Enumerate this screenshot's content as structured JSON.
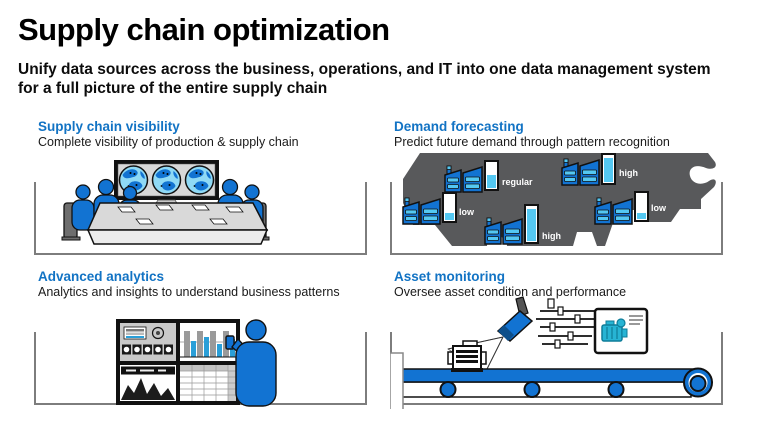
{
  "header": {
    "title": "Supply chain optimization",
    "subtitle_line1": "Unify data sources across the business, operations, and IT into one data management system",
    "subtitle_line2": "for a full picture of the entire supply chain"
  },
  "sections": {
    "visibility": {
      "title": "Supply chain visibility",
      "description": "Complete visibility of production & supply chain"
    },
    "forecasting": {
      "title": "Demand forecasting",
      "description": "Predict future demand through pattern recognition",
      "demand_labels": [
        "regular",
        "high",
        "low",
        "high",
        "low"
      ],
      "demand_levels_pct": [
        45,
        85,
        25,
        90,
        20
      ]
    },
    "analytics": {
      "title": "Advanced analytics",
      "description": "Analytics and insights to understand business patterns"
    },
    "monitoring": {
      "title": "Asset monitoring",
      "description": "Oversee asset condition and performance"
    }
  },
  "colors": {
    "accent": "#1273c4",
    "person": "#1273d2",
    "map": "#58595b",
    "cyan": "#54c8f2",
    "teal": "#27b4d4"
  }
}
